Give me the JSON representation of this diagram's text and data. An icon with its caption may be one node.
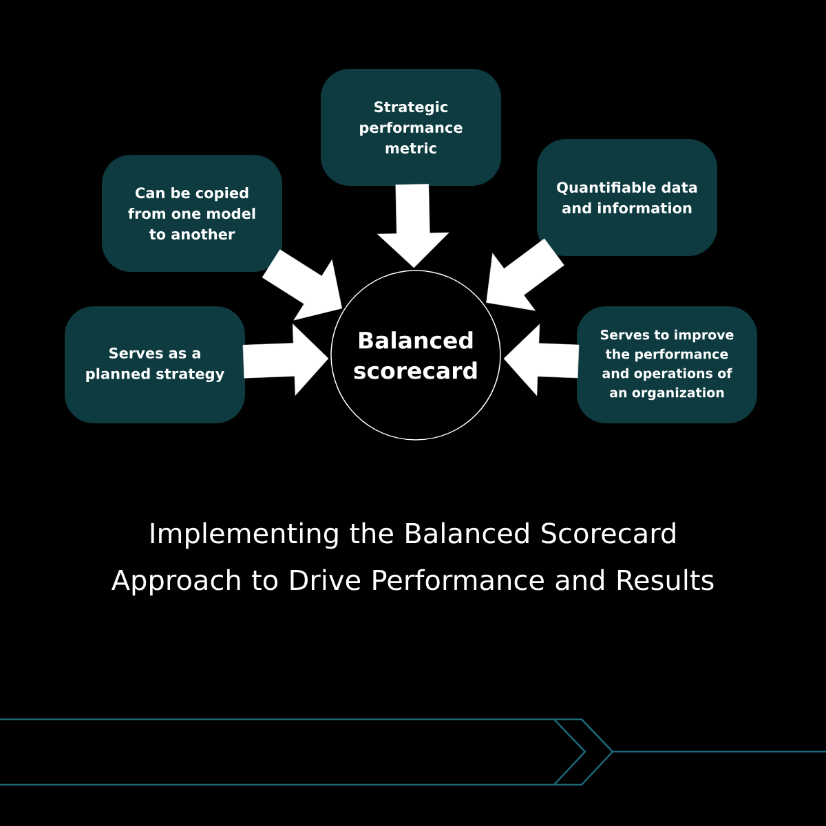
{
  "diagram": {
    "title": "Implementing the Balanced Scorecard Approach to Drive Performance and Results",
    "nodes": [
      {
        "text": [
          "Strategic performance metric"
        ]
      },
      {
        "text": [
          "Can be copied from one model to another"
        ]
      },
      {
        "text": [
          "Quantifiable data and information"
        ]
      },
      {
        "text": [
          "Serves as a planned strategy"
        ]
      },
      {
        "text": [
          "Serves to improve the performance and operations of an organization"
        ]
      },
      {
        "text": [
          "Balanced scorecard"
        ]
      }
    ],
    "edges": [
      {
        "from": 0,
        "to": 5,
        "arrow": "to"
      },
      {
        "from": 1,
        "to": 5,
        "arrow": "to"
      },
      {
        "from": 2,
        "to": 5,
        "arrow": "to"
      },
      {
        "from": 3,
        "to": 5,
        "arrow": "to"
      },
      {
        "from": 4,
        "to": 5,
        "arrow": "to"
      }
    ]
  }
}
